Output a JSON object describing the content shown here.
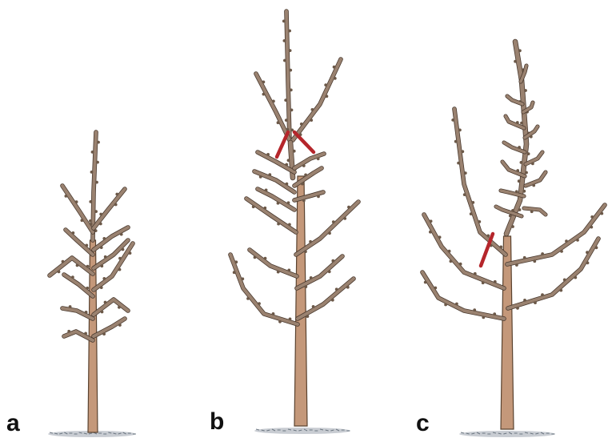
{
  "panels": [
    {
      "label": "a"
    },
    {
      "label": "b"
    },
    {
      "label": "c"
    }
  ],
  "colors": {
    "trunk": "#c4987a",
    "trunk_outline": "#5a4330",
    "branch": "#9a8270",
    "branch_outline": "#4a3a2f",
    "bud": "#6b5848",
    "cut_mark": "#b5262b",
    "ground": "#9aa3ad"
  },
  "icons": [
    "pruning-cut-mark"
  ]
}
